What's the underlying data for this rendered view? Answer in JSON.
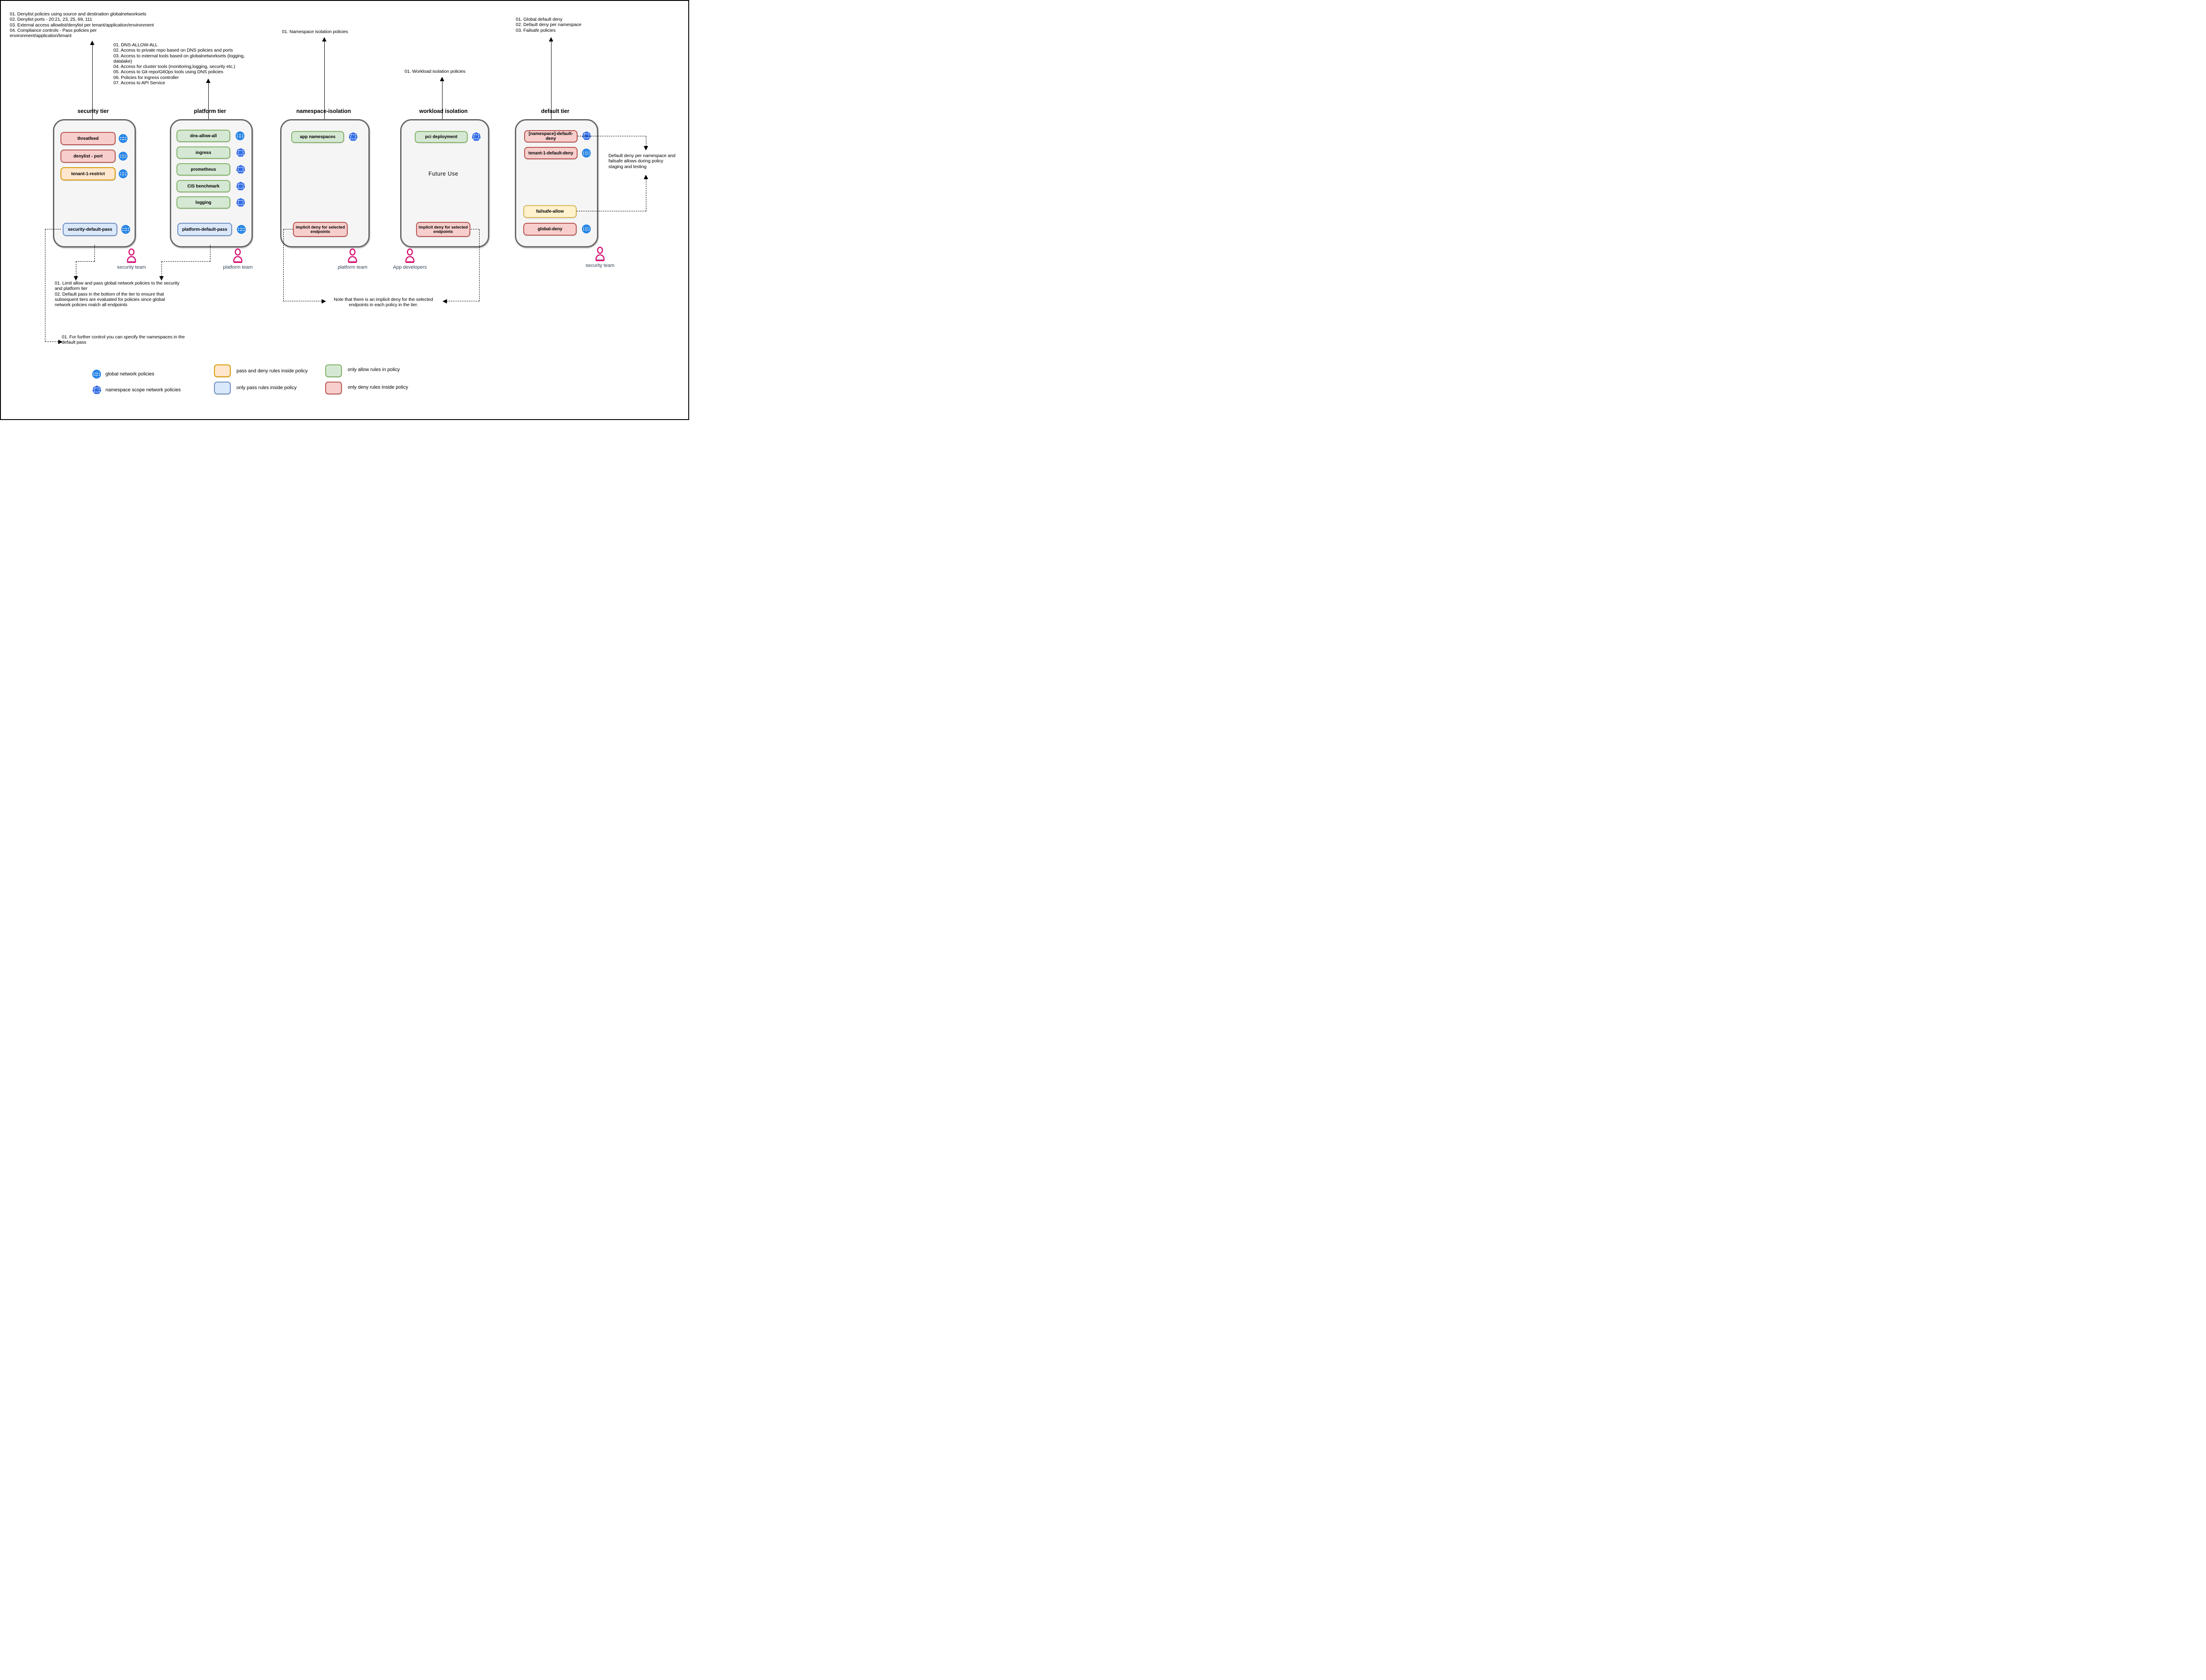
{
  "title": "Calico-style tiered network policy diagram",
  "colors": {
    "deny_fill": "#F8CECC",
    "deny_border": "#B85450",
    "allow_fill": "#D5E8D4",
    "allow_border": "#82B366",
    "pass_fill": "#DAE8FC",
    "pass_border": "#6C8EBF",
    "pass_deny_fill": "#FFE6CC",
    "pass_deny_border": "#D79B00",
    "failsafe_fill": "#FFF2CC",
    "failsafe_border": "#D6B656",
    "global_icon": "#1A7FE6",
    "namespace_icon": "#326CE5",
    "actor": "#D40A6E",
    "tier_fill": "#F5F5F5",
    "tier_border": "#666666"
  },
  "icons": {
    "globe": "global network policy scope (globe)",
    "namespace": "namespace scope (kubernetes heptagon with dashed box)",
    "actor": "person / team"
  },
  "annotations": {
    "security_tier_notes": "01. Denylist policies using source and destination globalnetworksets\n02. Denylist ports - 20:21, 23, 25, 69, 111\n03. External access allowlist/denylist per tenant/application/environment\n04. Compliance controls - Pass policies per\nenvironment/application/tenant",
    "platform_tier_notes": "01. DNS-ALLOW-ALL\n02. Access to private repo based on DNS policies and ports\n03. Access to external tools based on globalnetworksets (logging, datalake)\n04. Access for cluster tools (monitoring,logging, security etc.)\n05. Access to Git repo/GitOps tools using DNS policies\n06. Policies for ingress controller\n07. Access to API Service",
    "namespace_tier_note": "01. Namespace isolation policies",
    "workload_tier_note": "01. Workload isolation policies",
    "default_tier_notes": "01. Global default deny\n02. Default deny per namespace\n03. Failsafe policies",
    "pass_notes": "01. Limit allow and pass global network policies to the security\nand platform tier\n02. Default pass in the bottom of the tier to ensure that\nsubsequent tiers are evaluated for policies since global\nnetwork policies match all endpoints",
    "namespaces_note": "01. For further control you can specify the namespaces in the\ndefault pass",
    "implicit_deny_note": "Note that there is an implicit deny for the selected\nendpoints in each policy in the tier.",
    "staging_note": "Default deny per namespace and\nfailsafe allows during policy\nstaging and testing"
  },
  "tiers": [
    {
      "title": "security tier",
      "policies": [
        {
          "label": "threatfeed",
          "rule_type": "only deny rules",
          "scope": "global"
        },
        {
          "label": "denylist - port",
          "rule_type": "only deny rules",
          "scope": "global"
        },
        {
          "label": "tenant-1-restrict",
          "rule_type": "pass and deny rules",
          "scope": "global"
        },
        {
          "label": "security-default-pass",
          "rule_type": "only pass rules",
          "scope": "global"
        }
      ]
    },
    {
      "title": "platform tier",
      "policies": [
        {
          "label": "dns-allow-all",
          "rule_type": "only allow rules",
          "scope": "global"
        },
        {
          "label": "ingress",
          "rule_type": "only allow rules",
          "scope": "namespace"
        },
        {
          "label": "prometheus",
          "rule_type": "only allow rules",
          "scope": "namespace"
        },
        {
          "label": "CIS benchmark",
          "rule_type": "only allow rules",
          "scope": "namespace"
        },
        {
          "label": "logging",
          "rule_type": "only allow rules",
          "scope": "namespace"
        },
        {
          "label": "platform-default-pass",
          "rule_type": "only pass rules",
          "scope": "global"
        }
      ]
    },
    {
      "title": "namespace-isolation",
      "policies": [
        {
          "label": "app namespaces",
          "rule_type": "only allow rules",
          "scope": "namespace"
        },
        {
          "label": "implicit deny for selected endpoints",
          "rule_type": "only deny rules",
          "scope": ""
        }
      ]
    },
    {
      "title": "workload isolation",
      "center_label": "Future Use",
      "policies": [
        {
          "label": "pci deployment",
          "rule_type": "only allow rules",
          "scope": "namespace"
        },
        {
          "label": "implicit deny for selected endpoints",
          "rule_type": "only deny rules",
          "scope": ""
        }
      ]
    },
    {
      "title": "default tier",
      "policies": [
        {
          "label": "[namespace]-default-deny",
          "rule_type": "only deny rules",
          "scope": "namespace"
        },
        {
          "label": "tenant-1-default-deny",
          "rule_type": "only deny rules",
          "scope": "global"
        },
        {
          "label": "failsafe-allow",
          "rule_type": "failsafe allow",
          "scope": ""
        },
        {
          "label": "global-deny",
          "rule_type": "only deny rules",
          "scope": "global"
        }
      ]
    }
  ],
  "actors": [
    {
      "label": "security team"
    },
    {
      "label": "platform team"
    },
    {
      "label": "platform team"
    },
    {
      "label": "App developers"
    },
    {
      "label": "security team"
    }
  ],
  "legend": {
    "global": "global network policies",
    "namespace": "namespace scope network policies",
    "pass_deny": "pass and deny rules inside policy",
    "pass": "only pass rules inside policy",
    "allow": "only allow rules in policy",
    "deny": "only deny rules inside policy"
  }
}
